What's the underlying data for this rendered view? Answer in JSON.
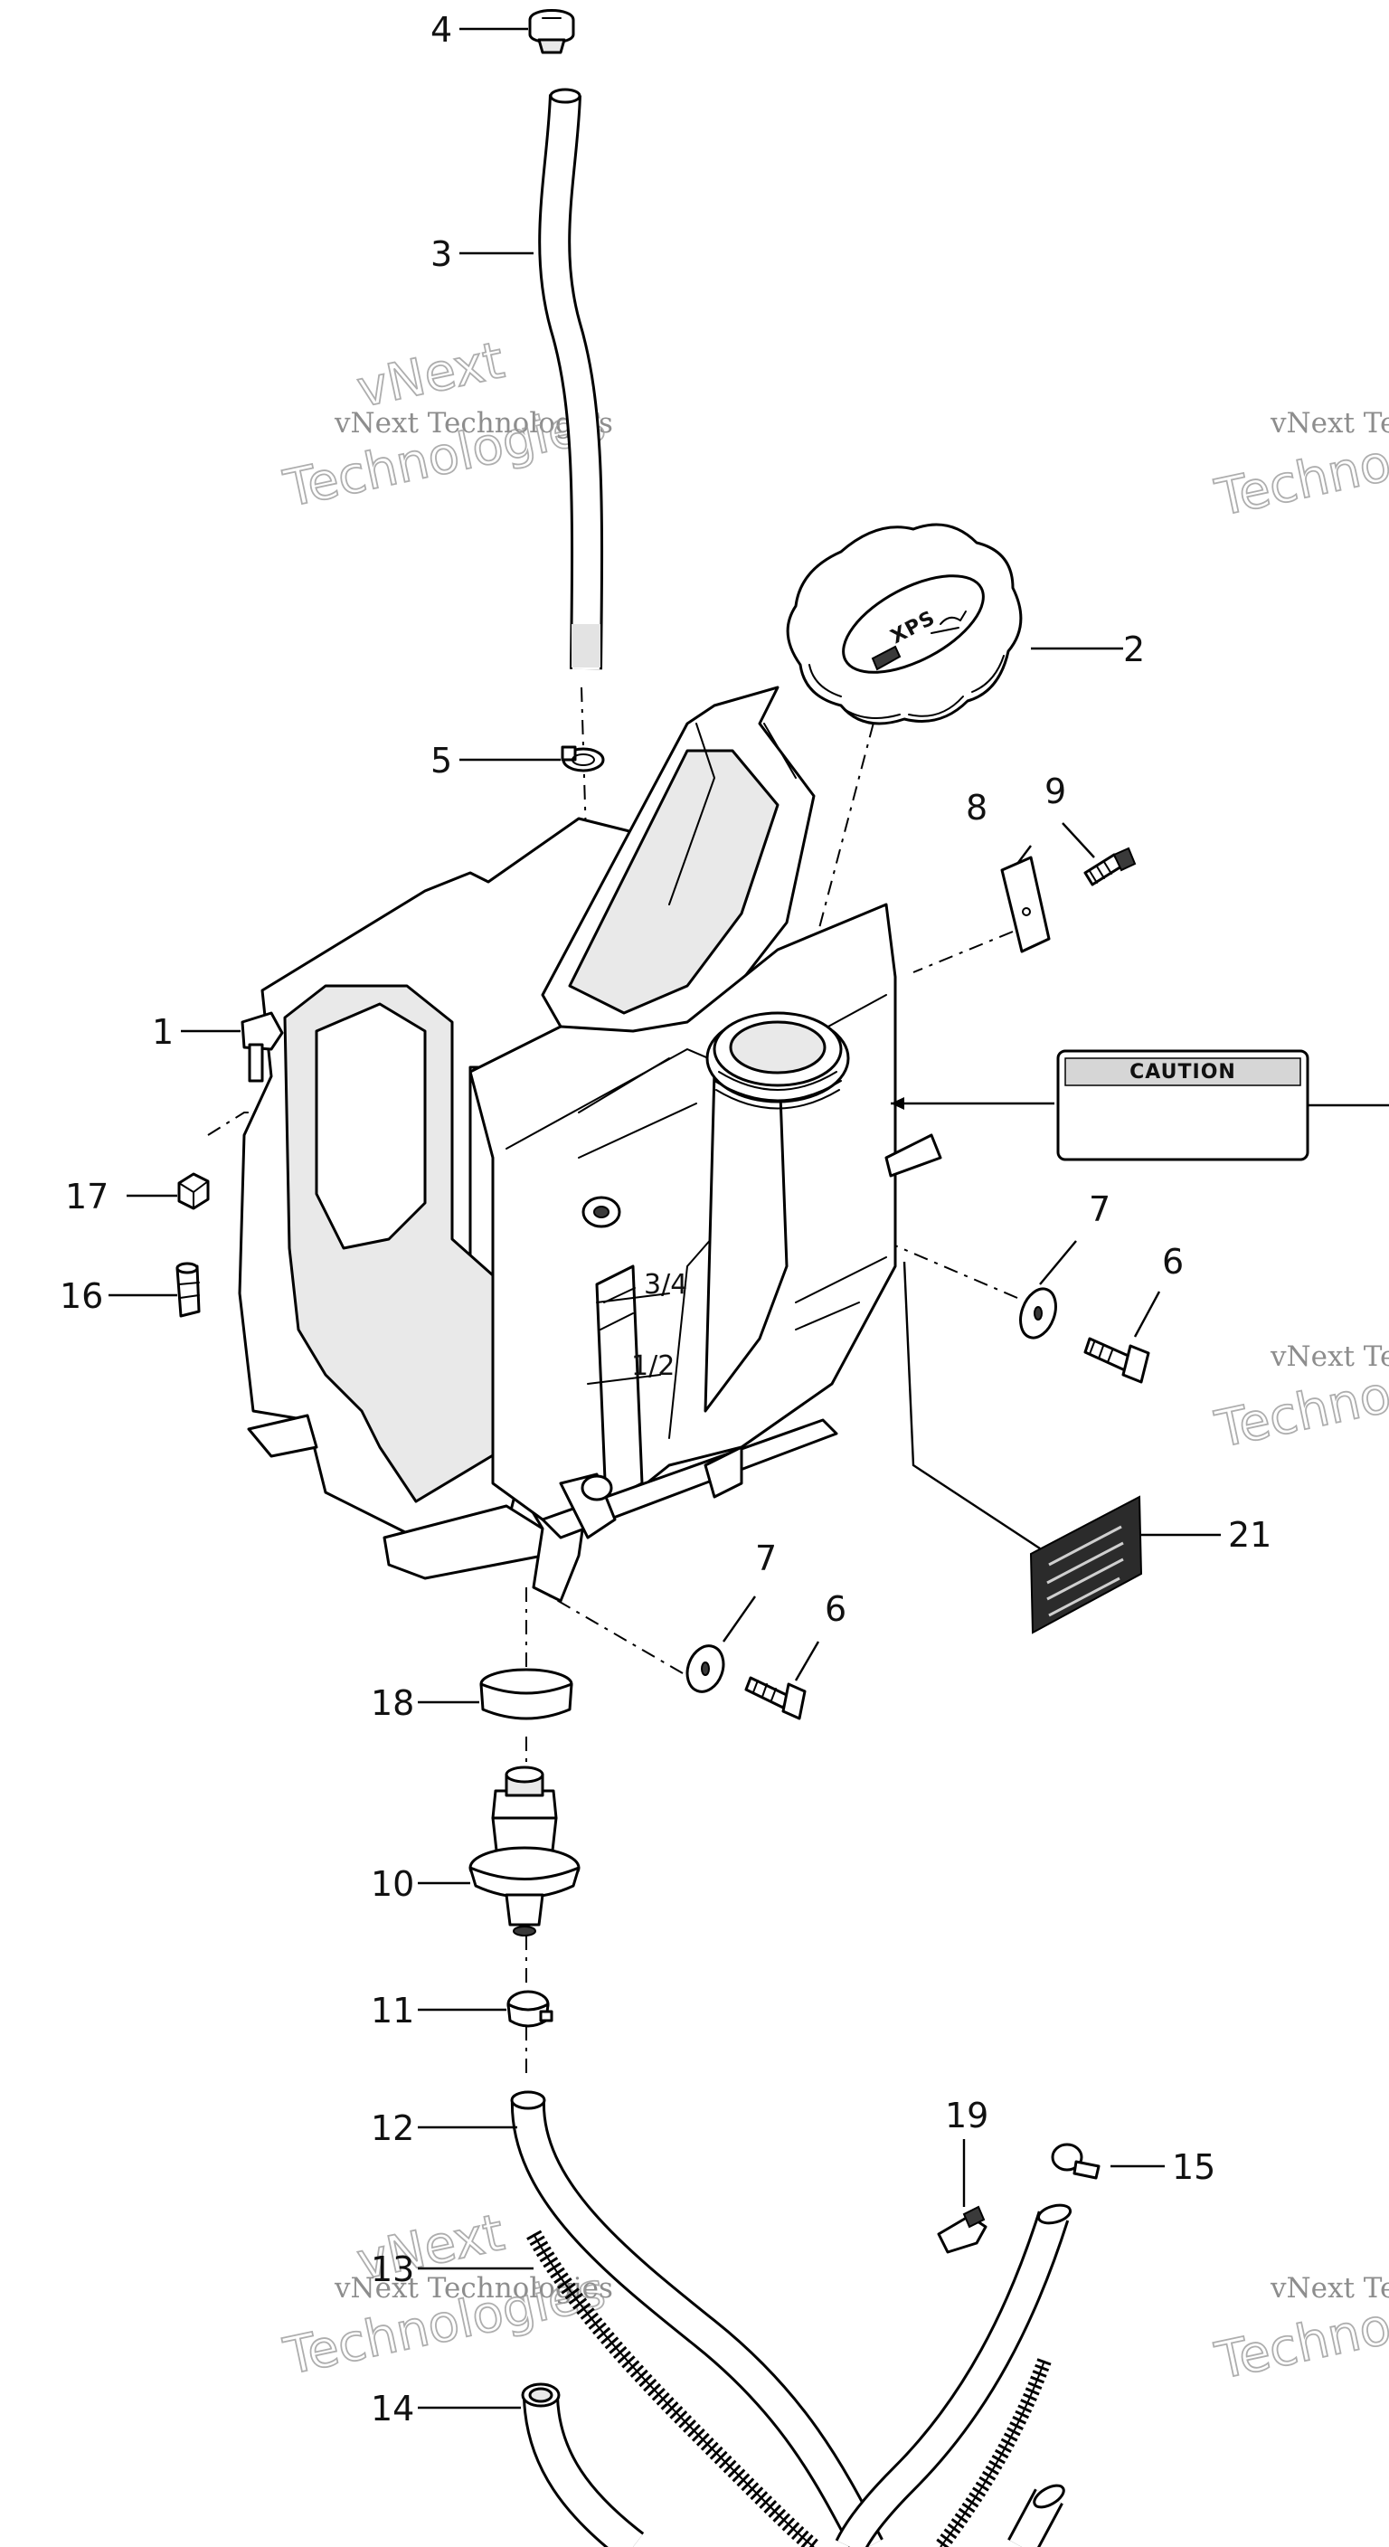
{
  "callouts": {
    "c1": "1",
    "c2": "2",
    "c3": "3",
    "c4": "4",
    "c5": "5",
    "c6a": "6",
    "c6b": "6",
    "c7a": "7",
    "c7b": "7",
    "c8": "8",
    "c9": "9",
    "c10": "10",
    "c11": "11",
    "c12": "12",
    "c13": "13",
    "c14": "14",
    "c15": "15",
    "c16": "16",
    "c17": "17",
    "c18": "18",
    "c19": "19",
    "c21": "21"
  },
  "caution_label": "CAUTION",
  "cap_logo": "XPS",
  "level_marks": {
    "three_quarter": "3/4",
    "half": "1/2"
  },
  "watermark": {
    "line1": "vNext Technologies",
    "line2": "vNext",
    "line3": "Technologies"
  }
}
